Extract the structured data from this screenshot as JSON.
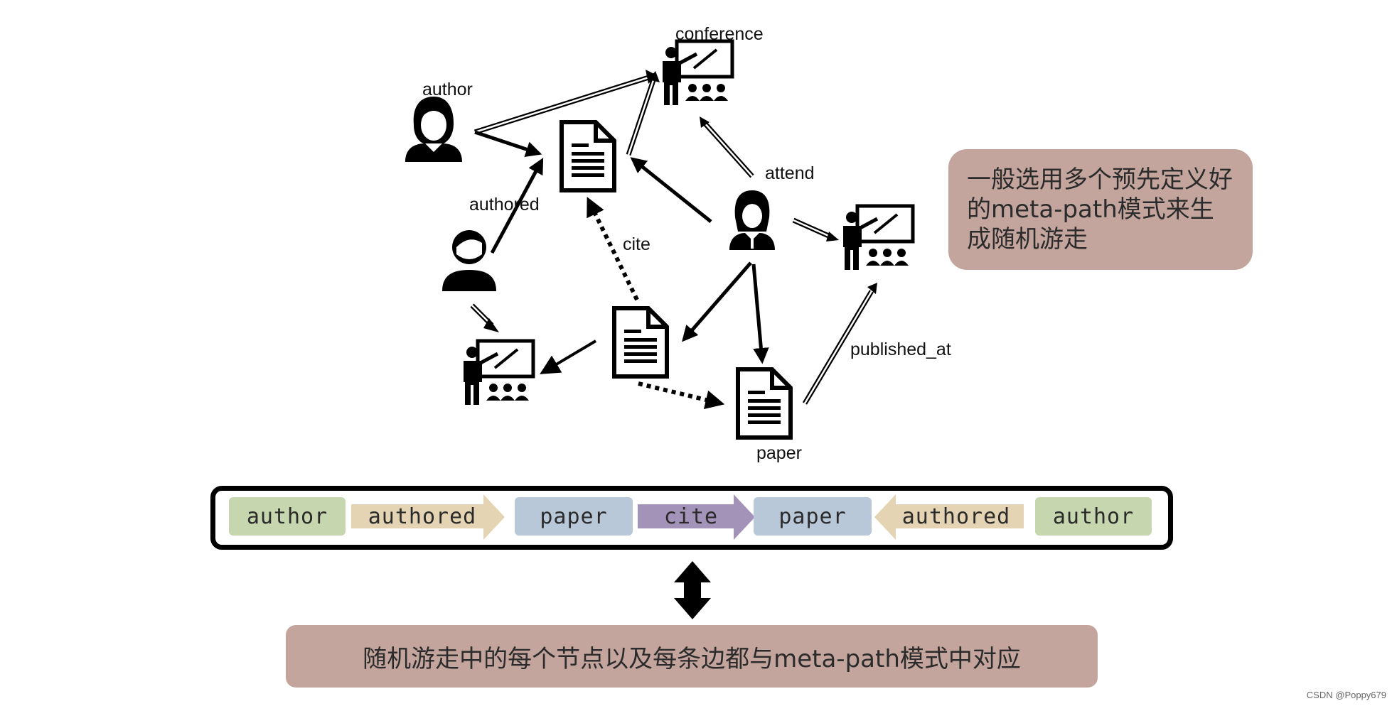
{
  "graph": {
    "labels": {
      "conference": "conference",
      "author": "author",
      "authored": "authored",
      "cite": "cite",
      "attend": "attend",
      "published_at": "published_at",
      "paper": "paper"
    },
    "icons": [
      "person-female-icon",
      "person-male-icon",
      "person-student-icon",
      "paper-document-icon",
      "presenter-classroom-icon"
    ]
  },
  "callout": {
    "text": "一般选用多个预先定义好的meta-path模式来生成随机游走"
  },
  "metapath": {
    "items": [
      {
        "kind": "node",
        "label": "author",
        "color": "#c6d6ae"
      },
      {
        "kind": "edge",
        "label": "authored",
        "color": "#e5d4b4",
        "direction": "right"
      },
      {
        "kind": "node",
        "label": "paper",
        "color": "#b8c8d9"
      },
      {
        "kind": "edge",
        "label": "cite",
        "color": "#a493b8",
        "direction": "right"
      },
      {
        "kind": "node",
        "label": "paper",
        "color": "#b8c8d9"
      },
      {
        "kind": "edge",
        "label": "authored",
        "color": "#e5d4b4",
        "direction": "left"
      },
      {
        "kind": "node",
        "label": "author",
        "color": "#c6d6ae"
      }
    ]
  },
  "bottom_note": {
    "text": "随机游走中的每个节点以及每条边都与meta-path模式中对应"
  },
  "footer": {
    "credit": "CSDN @Poppy679"
  }
}
